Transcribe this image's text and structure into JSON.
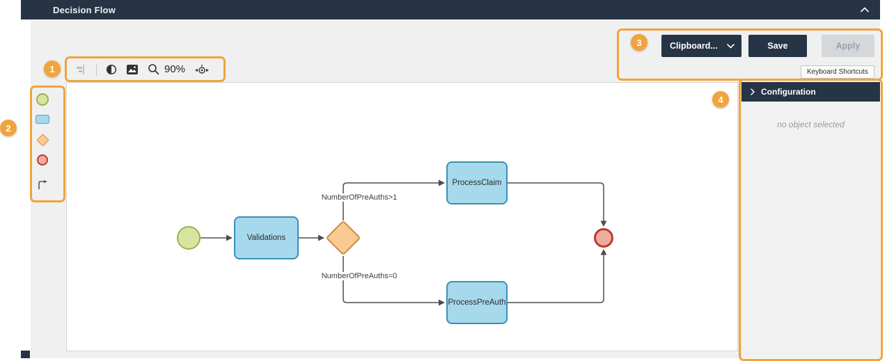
{
  "header": {
    "title": "Decision Flow"
  },
  "toolbar": {
    "zoom_level": "90%",
    "icons": [
      "align-icon",
      "contrast-icon",
      "snapshot-icon",
      "zoom-icon",
      "pan-icon"
    ]
  },
  "actions": {
    "clipboard_label": "Clipboard...",
    "save_label": "Save",
    "apply_label": "Apply",
    "keyboard_shortcuts_label": "Keyboard Shortcuts"
  },
  "palette": {
    "items": [
      "start-event-tool",
      "task-tool",
      "decision-tool",
      "end-event-tool",
      "connector-tool"
    ]
  },
  "config_panel": {
    "title": "Configuration",
    "empty_message": "no object selected"
  },
  "diagram": {
    "nodes": [
      {
        "id": "start",
        "type": "start-event",
        "label": ""
      },
      {
        "id": "validations",
        "type": "task",
        "label": "Validations"
      },
      {
        "id": "decision",
        "type": "gateway",
        "label": ""
      },
      {
        "id": "processClaim",
        "type": "task",
        "label": "ProcessClaim"
      },
      {
        "id": "processPreAuth",
        "type": "task",
        "label": "ProcessPreAuth"
      },
      {
        "id": "end",
        "type": "end-event",
        "label": ""
      }
    ],
    "connectors": [
      {
        "from": "start",
        "to": "validations",
        "label": ""
      },
      {
        "from": "validations",
        "to": "decision",
        "label": ""
      },
      {
        "from": "decision",
        "to": "processClaim",
        "label": "NumberOfPreAuths>1"
      },
      {
        "from": "decision",
        "to": "processPreAuth",
        "label": "NumberOfPreAuths=0"
      },
      {
        "from": "processClaim",
        "to": "end",
        "label": ""
      },
      {
        "from": "processPreAuth",
        "to": "end",
        "label": ""
      }
    ]
  },
  "annotations": {
    "badges": [
      "1",
      "2",
      "3",
      "4"
    ],
    "color": "#F1A33C"
  },
  "colors": {
    "header_navy": "#263445",
    "start_fill": "#D6E5A0",
    "start_stroke": "#9CB050",
    "task_fill": "#A6D9EB",
    "task_stroke": "#3A8FB7",
    "gateway_fill": "#F9CA93",
    "gateway_stroke": "#D08A3E",
    "end_fill": "#EEAB9F",
    "end_stroke": "#BF3A2B",
    "connector": "#4D4D4D"
  }
}
